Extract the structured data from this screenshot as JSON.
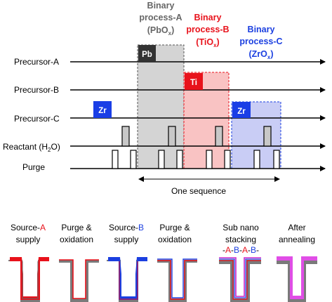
{
  "headers": {
    "a": {
      "line1": "Binary",
      "line2": "process-A",
      "line3_main": "(PbO",
      "line3_sub": "x",
      "line3_end": ")",
      "color": "#666666"
    },
    "b": {
      "line1": "Binary",
      "line2": "process-B",
      "line3_main": "(TiO",
      "line3_sub": "x",
      "line3_end": ")",
      "color": "#e8121b"
    },
    "c": {
      "line1": "Binary",
      "line2": "process-C",
      "line3_main": "(ZrO",
      "line3_sub": "x",
      "line3_end": ")",
      "color": "#1b3fe0"
    }
  },
  "rows": {
    "precursor_a": "Precursor-A",
    "precursor_b": "Precursor-B",
    "precursor_c": "Precursor-C",
    "reactant_main": "Reactant (H",
    "reactant_sub": "2",
    "reactant_end": "O)",
    "purge": "Purge"
  },
  "chips": {
    "pb": {
      "label": "Pb",
      "color": "#333333"
    },
    "ti": {
      "label": "Ti",
      "color": "#e8121b"
    },
    "zr_left": {
      "label": "Zr",
      "color": "#1a3ee6"
    },
    "zr_right": {
      "label": "Zr",
      "color": "#1a3ee6"
    }
  },
  "sequence_label": "One sequence",
  "steps": {
    "s1": {
      "line1_main": "Source-",
      "line1_accent": "A",
      "line2": "supply",
      "accent_color": "#e8121b"
    },
    "s2": {
      "line1": "Purge &",
      "line2": "oxidation"
    },
    "s3": {
      "line1_main": "Source-",
      "line1_accent": "B",
      "line2": "supply",
      "accent_color": "#1b3fe0"
    },
    "s4": {
      "line1": "Purge &",
      "line2": "oxidation"
    },
    "s5": {
      "line1": "Sub nano",
      "line2": "stacking",
      "stack": [
        "-",
        "A",
        "-",
        "B",
        "-",
        "A",
        "-",
        "B",
        "-"
      ]
    },
    "s6": {
      "line1": "After",
      "line2": "annealing"
    }
  },
  "colors": {
    "region_a": "#d4d4d4",
    "region_b": "#f9c3c3",
    "region_c": "#c9cdf5",
    "substrate": "#7a7a7a",
    "film_a": "#e8121b",
    "film_b": "#1b3fe0",
    "film_mixed": "#cc2acc",
    "film_annealed": "#e04ee6"
  }
}
